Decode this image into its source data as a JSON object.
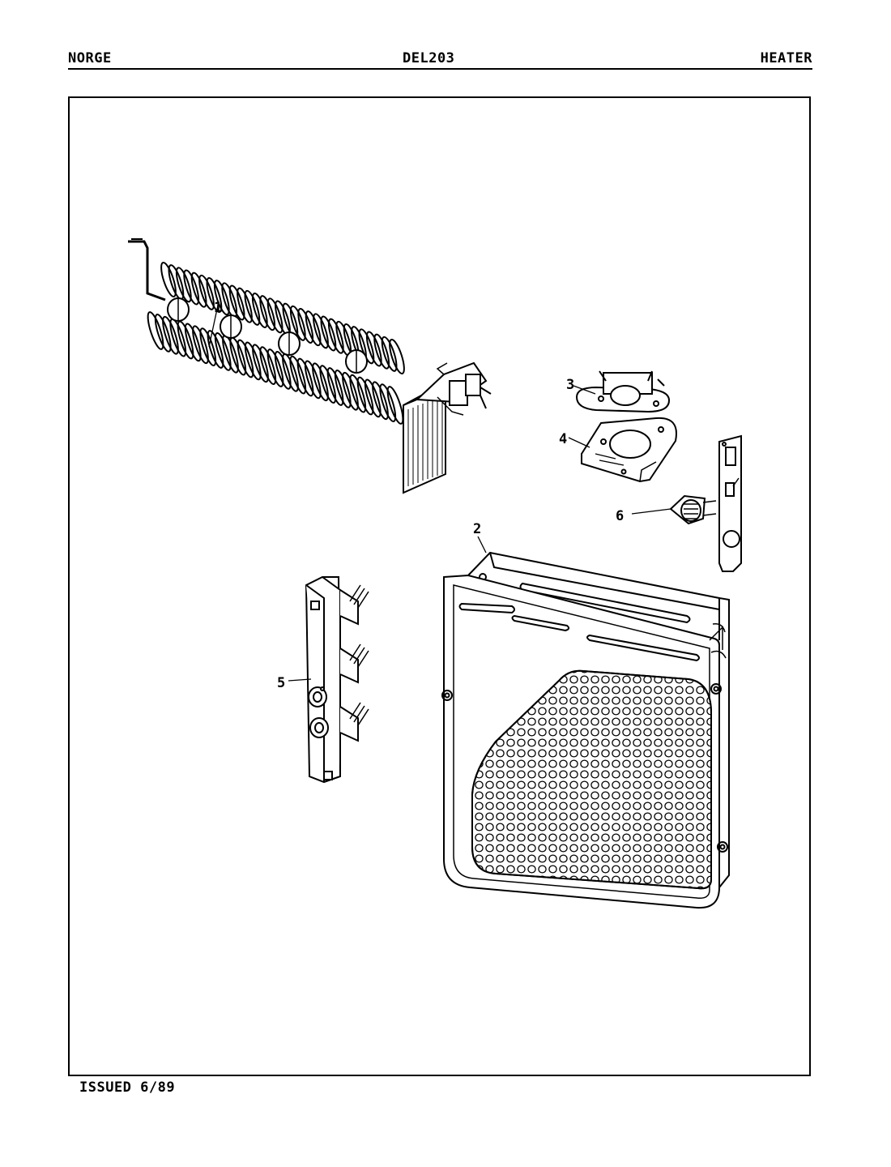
{
  "header": {
    "brand": "NORGE",
    "model": "DEL203",
    "section": "HEATER"
  },
  "footer": {
    "issued": "ISSUED 6/89"
  },
  "callouts": {
    "heater_element": "1",
    "heater_box": "2",
    "thermostat": "3",
    "thermostat_bracket": "4",
    "terminal_block": "5",
    "thermal_fuse": "6"
  },
  "icons": {
    "heater_element": "heater-coil-icon",
    "heater_box": "heater-housing-icon",
    "thermostat": "thermostat-icon",
    "thermostat_bracket": "bracket-icon",
    "terminal_block": "terminal-block-icon",
    "thermal_fuse": "thermal-fuse-icon"
  }
}
